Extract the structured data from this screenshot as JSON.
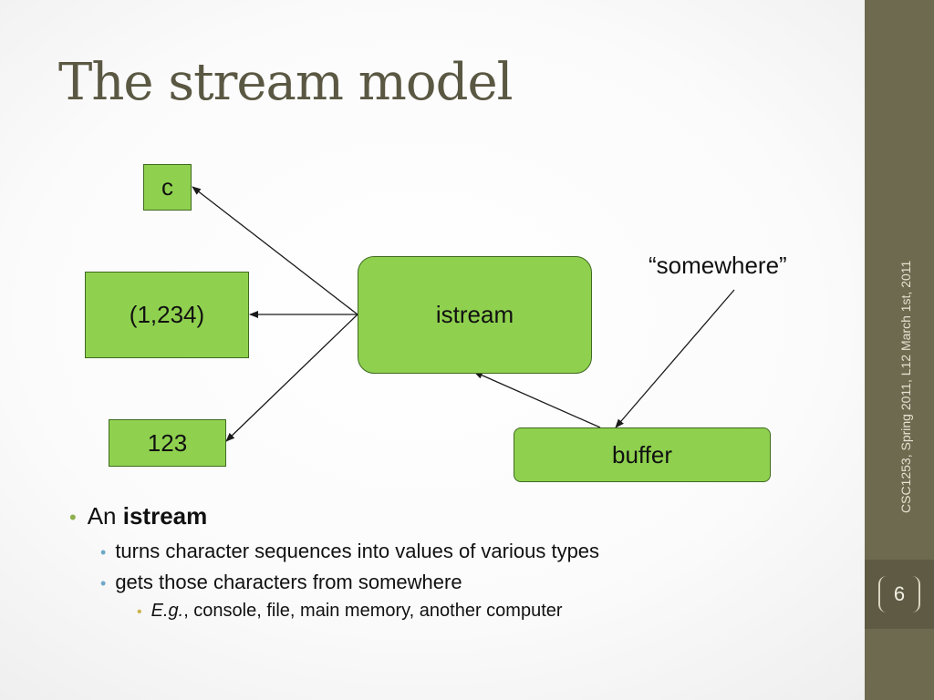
{
  "slide": {
    "title": "The stream model",
    "page_number": "6",
    "sidebar_text": "CSC1253, Spring 2011, L12      March 1st, 2011"
  },
  "diagram": {
    "nodes": {
      "c": "c",
      "pair": "(1,234)",
      "int": "123",
      "istream": "istream",
      "buffer": "buffer"
    },
    "annotation": "“somewhere”",
    "edges": [
      {
        "from": "istream",
        "to": "c"
      },
      {
        "from": "istream",
        "to": "(1,234)"
      },
      {
        "from": "istream",
        "to": "123"
      },
      {
        "from": "buffer",
        "to": "istream"
      },
      {
        "from": "“somewhere”",
        "to": "buffer"
      }
    ]
  },
  "colors": {
    "box_fill": "#8fd14f",
    "title": "#5a5843",
    "sidebar": "#6e6a50"
  },
  "bullets": {
    "l1_prefix": "An",
    "l1_bold": "istream",
    "l2a": "turns character sequences into values of various types",
    "l2b": "gets those characters from somewhere",
    "l3_italic": "E.g.",
    "l3_rest": ", console, file, main memory, another computer"
  }
}
